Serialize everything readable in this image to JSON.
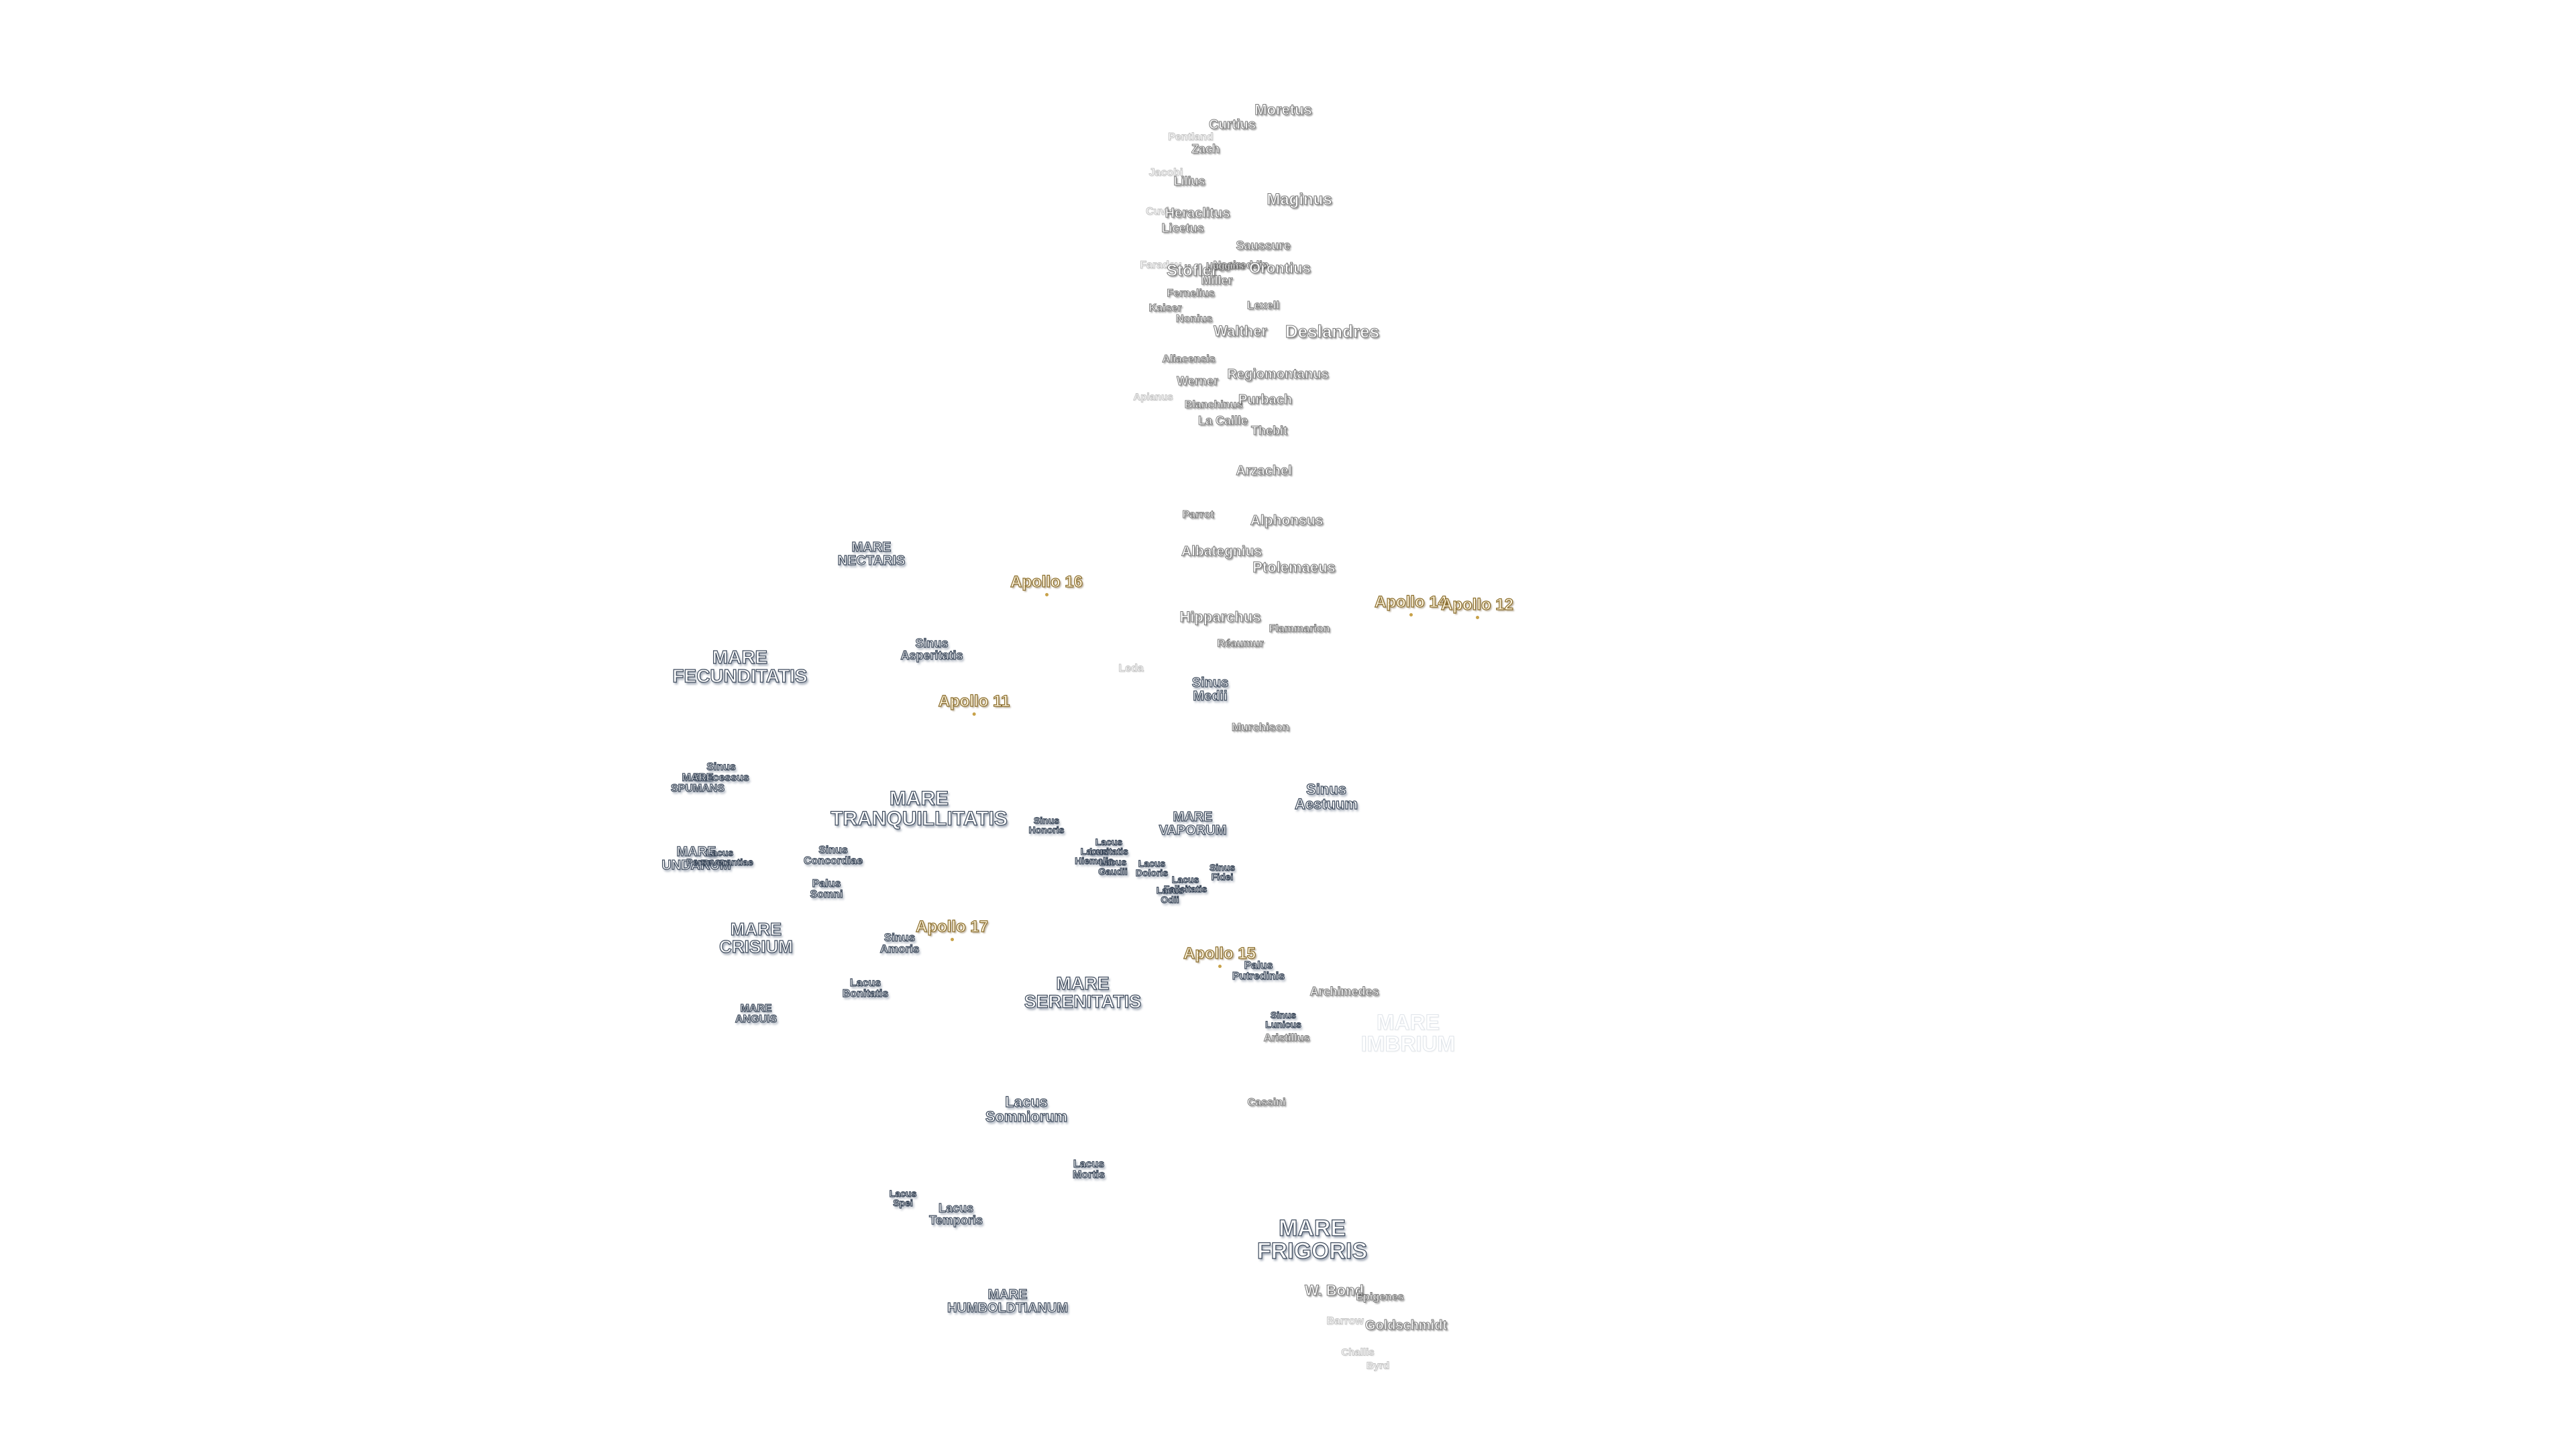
{
  "map": {
    "labels": [
      {
        "id": "moretus",
        "kind": "crater",
        "lines": [
          "Moretus"
        ]
      },
      {
        "id": "curtius",
        "kind": "crater",
        "lines": [
          "Curtius"
        ]
      },
      {
        "id": "pentland",
        "kind": "crater",
        "faint": true,
        "lines": [
          "Pentland"
        ]
      },
      {
        "id": "zach",
        "kind": "crater",
        "lines": [
          "Zach"
        ]
      },
      {
        "id": "jacobi",
        "kind": "crater",
        "faint": true,
        "lines": [
          "Jacobi"
        ]
      },
      {
        "id": "lilius",
        "kind": "crater",
        "lines": [
          "Lilius"
        ]
      },
      {
        "id": "maginus",
        "kind": "crater",
        "lines": [
          "Maginus"
        ]
      },
      {
        "id": "cuvier",
        "kind": "crater",
        "faint": true,
        "lines": [
          "Cuvier"
        ]
      },
      {
        "id": "heraclitus",
        "kind": "crater",
        "lines": [
          "Heraclitus"
        ]
      },
      {
        "id": "licetus",
        "kind": "crater",
        "lines": [
          "Licetus"
        ]
      },
      {
        "id": "saussure",
        "kind": "crater",
        "lines": [
          "Saussure"
        ]
      },
      {
        "id": "faraday",
        "kind": "crater",
        "faint": true,
        "lines": [
          "Faraday"
        ]
      },
      {
        "id": "stofler",
        "kind": "crater",
        "lines": [
          "Stöfler"
        ]
      },
      {
        "id": "nasireddin",
        "kind": "crater",
        "lines": [
          "Nasireddin"
        ]
      },
      {
        "id": "huggins",
        "kind": "crater",
        "lines": [
          "Huggins"
        ]
      },
      {
        "id": "orontius",
        "kind": "crater",
        "lines": [
          "Orontius"
        ]
      },
      {
        "id": "miller",
        "kind": "crater",
        "lines": [
          "Miller"
        ]
      },
      {
        "id": "fernelius",
        "kind": "crater",
        "lines": [
          "Fernelius"
        ]
      },
      {
        "id": "lexell",
        "kind": "crater",
        "lines": [
          "Lexell"
        ]
      },
      {
        "id": "kaiser",
        "kind": "crater",
        "lines": [
          "Kaiser"
        ]
      },
      {
        "id": "nonius",
        "kind": "crater",
        "lines": [
          "Nonius"
        ]
      },
      {
        "id": "walther",
        "kind": "crater",
        "lines": [
          "Walther"
        ]
      },
      {
        "id": "deslandres",
        "kind": "crater",
        "lines": [
          "Deslandres"
        ]
      },
      {
        "id": "aliacensis",
        "kind": "crater",
        "lines": [
          "Aliacensis"
        ]
      },
      {
        "id": "werner",
        "kind": "crater",
        "lines": [
          "Werner"
        ]
      },
      {
        "id": "regiomontanus",
        "kind": "crater",
        "lines": [
          "Regiomontanus"
        ]
      },
      {
        "id": "apianus",
        "kind": "crater",
        "faint": true,
        "lines": [
          "Apianus"
        ]
      },
      {
        "id": "blanchinus",
        "kind": "crater",
        "lines": [
          "Blanchinus"
        ]
      },
      {
        "id": "purbach",
        "kind": "crater",
        "lines": [
          "Purbach"
        ]
      },
      {
        "id": "la-caille",
        "kind": "crater",
        "lines": [
          "La Caille"
        ]
      },
      {
        "id": "thebit",
        "kind": "crater",
        "lines": [
          "Thebit"
        ]
      },
      {
        "id": "arzachel",
        "kind": "crater",
        "lines": [
          "Arzachel"
        ]
      },
      {
        "id": "parrot",
        "kind": "crater",
        "lines": [
          "Parrot"
        ]
      },
      {
        "id": "alphonsus",
        "kind": "crater",
        "lines": [
          "Alphonsus"
        ]
      },
      {
        "id": "albategnius",
        "kind": "crater",
        "lines": [
          "Albategnius"
        ]
      },
      {
        "id": "ptolemaeus",
        "kind": "crater",
        "lines": [
          "Ptolemaeus"
        ]
      },
      {
        "id": "mare-nectaris",
        "kind": "sea",
        "lines": [
          "MARE",
          "NECTARIS"
        ]
      },
      {
        "id": "apollo-16",
        "kind": "apollo",
        "lines": [
          "Apollo 16"
        ]
      },
      {
        "id": "apollo-14",
        "kind": "apollo",
        "lines": [
          "Apollo 14"
        ]
      },
      {
        "id": "apollo-12",
        "kind": "apollo",
        "lines": [
          "Apollo 12"
        ]
      },
      {
        "id": "hipparchus",
        "kind": "crater",
        "lines": [
          "Hipparchus"
        ]
      },
      {
        "id": "flammarion",
        "kind": "crater",
        "lines": [
          "Flammarion"
        ]
      },
      {
        "id": "reaumur",
        "kind": "crater",
        "lines": [
          "Réaumur"
        ]
      },
      {
        "id": "mare-fecunditatis",
        "kind": "sea",
        "lines": [
          "MARE",
          "FECUNDITATIS"
        ]
      },
      {
        "id": "sinus-asperitatis",
        "kind": "sea",
        "lines": [
          "Sinus",
          "Asperitatis"
        ]
      },
      {
        "id": "leda",
        "kind": "crater",
        "faint": true,
        "lines": [
          "Leda"
        ]
      },
      {
        "id": "sinus-medii",
        "kind": "sea",
        "lines": [
          "Sinus",
          "Medii"
        ]
      },
      {
        "id": "apollo-11",
        "kind": "apollo",
        "lines": [
          "Apollo 11"
        ]
      },
      {
        "id": "murchison",
        "kind": "crater",
        "lines": [
          "Murchison"
        ]
      },
      {
        "id": "sinus-successus",
        "kind": "sea",
        "lines": [
          "Sinus",
          "Successus"
        ]
      },
      {
        "id": "mare-spumans",
        "kind": "sea",
        "lines": [
          "MARE",
          "SPUMANS"
        ]
      },
      {
        "id": "sinus-aestuum",
        "kind": "sea",
        "lines": [
          "Sinus",
          "Aestuum"
        ]
      },
      {
        "id": "mare-tranquillitatis",
        "kind": "sea",
        "lines": [
          "MARE",
          "TRANQUILLITATIS"
        ]
      },
      {
        "id": "mare-vaporum",
        "kind": "sea",
        "lines": [
          "MARE",
          "VAPORUM"
        ]
      },
      {
        "id": "sinus-honoris",
        "kind": "sea",
        "lines": [
          "Sinus",
          "Honoris"
        ]
      },
      {
        "id": "lacus-lenitatis",
        "kind": "sea",
        "lines": [
          "Lacus",
          "Lenitatis"
        ]
      },
      {
        "id": "lacus-hiemalis",
        "kind": "sea",
        "lines": [
          "Lacus",
          "Hiemalis"
        ]
      },
      {
        "id": "lacus-gaudii",
        "kind": "sea",
        "lines": [
          "Lacus",
          "Gaudii"
        ]
      },
      {
        "id": "lacus-doloris",
        "kind": "sea",
        "lines": [
          "Lacus",
          "Doloris"
        ]
      },
      {
        "id": "lacus-felicitatis",
        "kind": "sea",
        "lines": [
          "Lacus",
          "Felicitatis"
        ]
      },
      {
        "id": "sinus-fidei",
        "kind": "sea",
        "lines": [
          "Sinus",
          "Fidei"
        ]
      },
      {
        "id": "lacus-odii",
        "kind": "sea",
        "lines": [
          "Lacus",
          "Odii"
        ]
      },
      {
        "id": "mare-undarum",
        "kind": "sea",
        "lines": [
          "MARE",
          "UNDARUM"
        ]
      },
      {
        "id": "lacus-perseverantiae",
        "kind": "sea",
        "lines": [
          "Lacus",
          "Perseverantiae"
        ]
      },
      {
        "id": "sinus-concordiae",
        "kind": "sea",
        "lines": [
          "Sinus",
          "Concordiae"
        ]
      },
      {
        "id": "palus-somni",
        "kind": "sea",
        "lines": [
          "Palus",
          "Somni"
        ]
      },
      {
        "id": "mare-crisium",
        "kind": "sea",
        "lines": [
          "MARE",
          "CRISIUM"
        ]
      },
      {
        "id": "apollo-17",
        "kind": "apollo",
        "lines": [
          "Apollo 17"
        ]
      },
      {
        "id": "sinus-amoris",
        "kind": "sea",
        "lines": [
          "Sinus",
          "Amoris"
        ]
      },
      {
        "id": "apollo-15",
        "kind": "apollo",
        "lines": [
          "Apollo 15"
        ]
      },
      {
        "id": "palus-putredinis",
        "kind": "sea",
        "lines": [
          "Palus",
          "Putredinis"
        ]
      },
      {
        "id": "mare-serenitatis",
        "kind": "sea",
        "lines": [
          "MARE",
          "SERENITATIS"
        ]
      },
      {
        "id": "lacus-bonitatis",
        "kind": "sea",
        "lines": [
          "Lacus",
          "Bonitatis"
        ]
      },
      {
        "id": "archimedes",
        "kind": "crater",
        "lines": [
          "Archimedes"
        ]
      },
      {
        "id": "mare-anguis",
        "kind": "sea",
        "lines": [
          "MARE",
          "ANGUIS"
        ]
      },
      {
        "id": "sinus-lunicus",
        "kind": "sea",
        "lines": [
          "Sinus",
          "Lunicus"
        ]
      },
      {
        "id": "mare-imbrium",
        "kind": "sea",
        "faint": true,
        "lines": [
          "MARE",
          "IMBRIUM"
        ]
      },
      {
        "id": "aristillus",
        "kind": "crater",
        "lines": [
          "Aristillus"
        ]
      },
      {
        "id": "cassini",
        "kind": "crater",
        "lines": [
          "Cassini"
        ]
      },
      {
        "id": "lacus-somniorum",
        "kind": "sea",
        "lines": [
          "Lacus",
          "Somniorum"
        ]
      },
      {
        "id": "lacus-mortis",
        "kind": "sea",
        "lines": [
          "Lacus",
          "Mortis"
        ]
      },
      {
        "id": "lacus-spei",
        "kind": "sea",
        "lines": [
          "Lacus",
          "Spei"
        ]
      },
      {
        "id": "lacus-temporis",
        "kind": "sea",
        "lines": [
          "Lacus",
          "Temporis"
        ]
      },
      {
        "id": "mare-frigoris",
        "kind": "sea",
        "lines": [
          "MARE",
          "FRIGORIS"
        ]
      },
      {
        "id": "w-bond",
        "kind": "crater",
        "lines": [
          "W. Bond"
        ]
      },
      {
        "id": "epigenes",
        "kind": "crater",
        "lines": [
          "Epigenes"
        ]
      },
      {
        "id": "mare-humboldtianum",
        "kind": "sea",
        "lines": [
          "MARE",
          "HUMBOLDTIANUM"
        ]
      },
      {
        "id": "barrow",
        "kind": "crater",
        "faint": true,
        "lines": [
          "Barrow"
        ]
      },
      {
        "id": "goldschmidt",
        "kind": "crater",
        "lines": [
          "Goldschmidt"
        ]
      },
      {
        "id": "challis",
        "kind": "crater",
        "faint": true,
        "lines": [
          "Challis"
        ]
      },
      {
        "id": "byrd",
        "kind": "crater",
        "faint": true,
        "lines": [
          "Byrd"
        ]
      }
    ]
  }
}
